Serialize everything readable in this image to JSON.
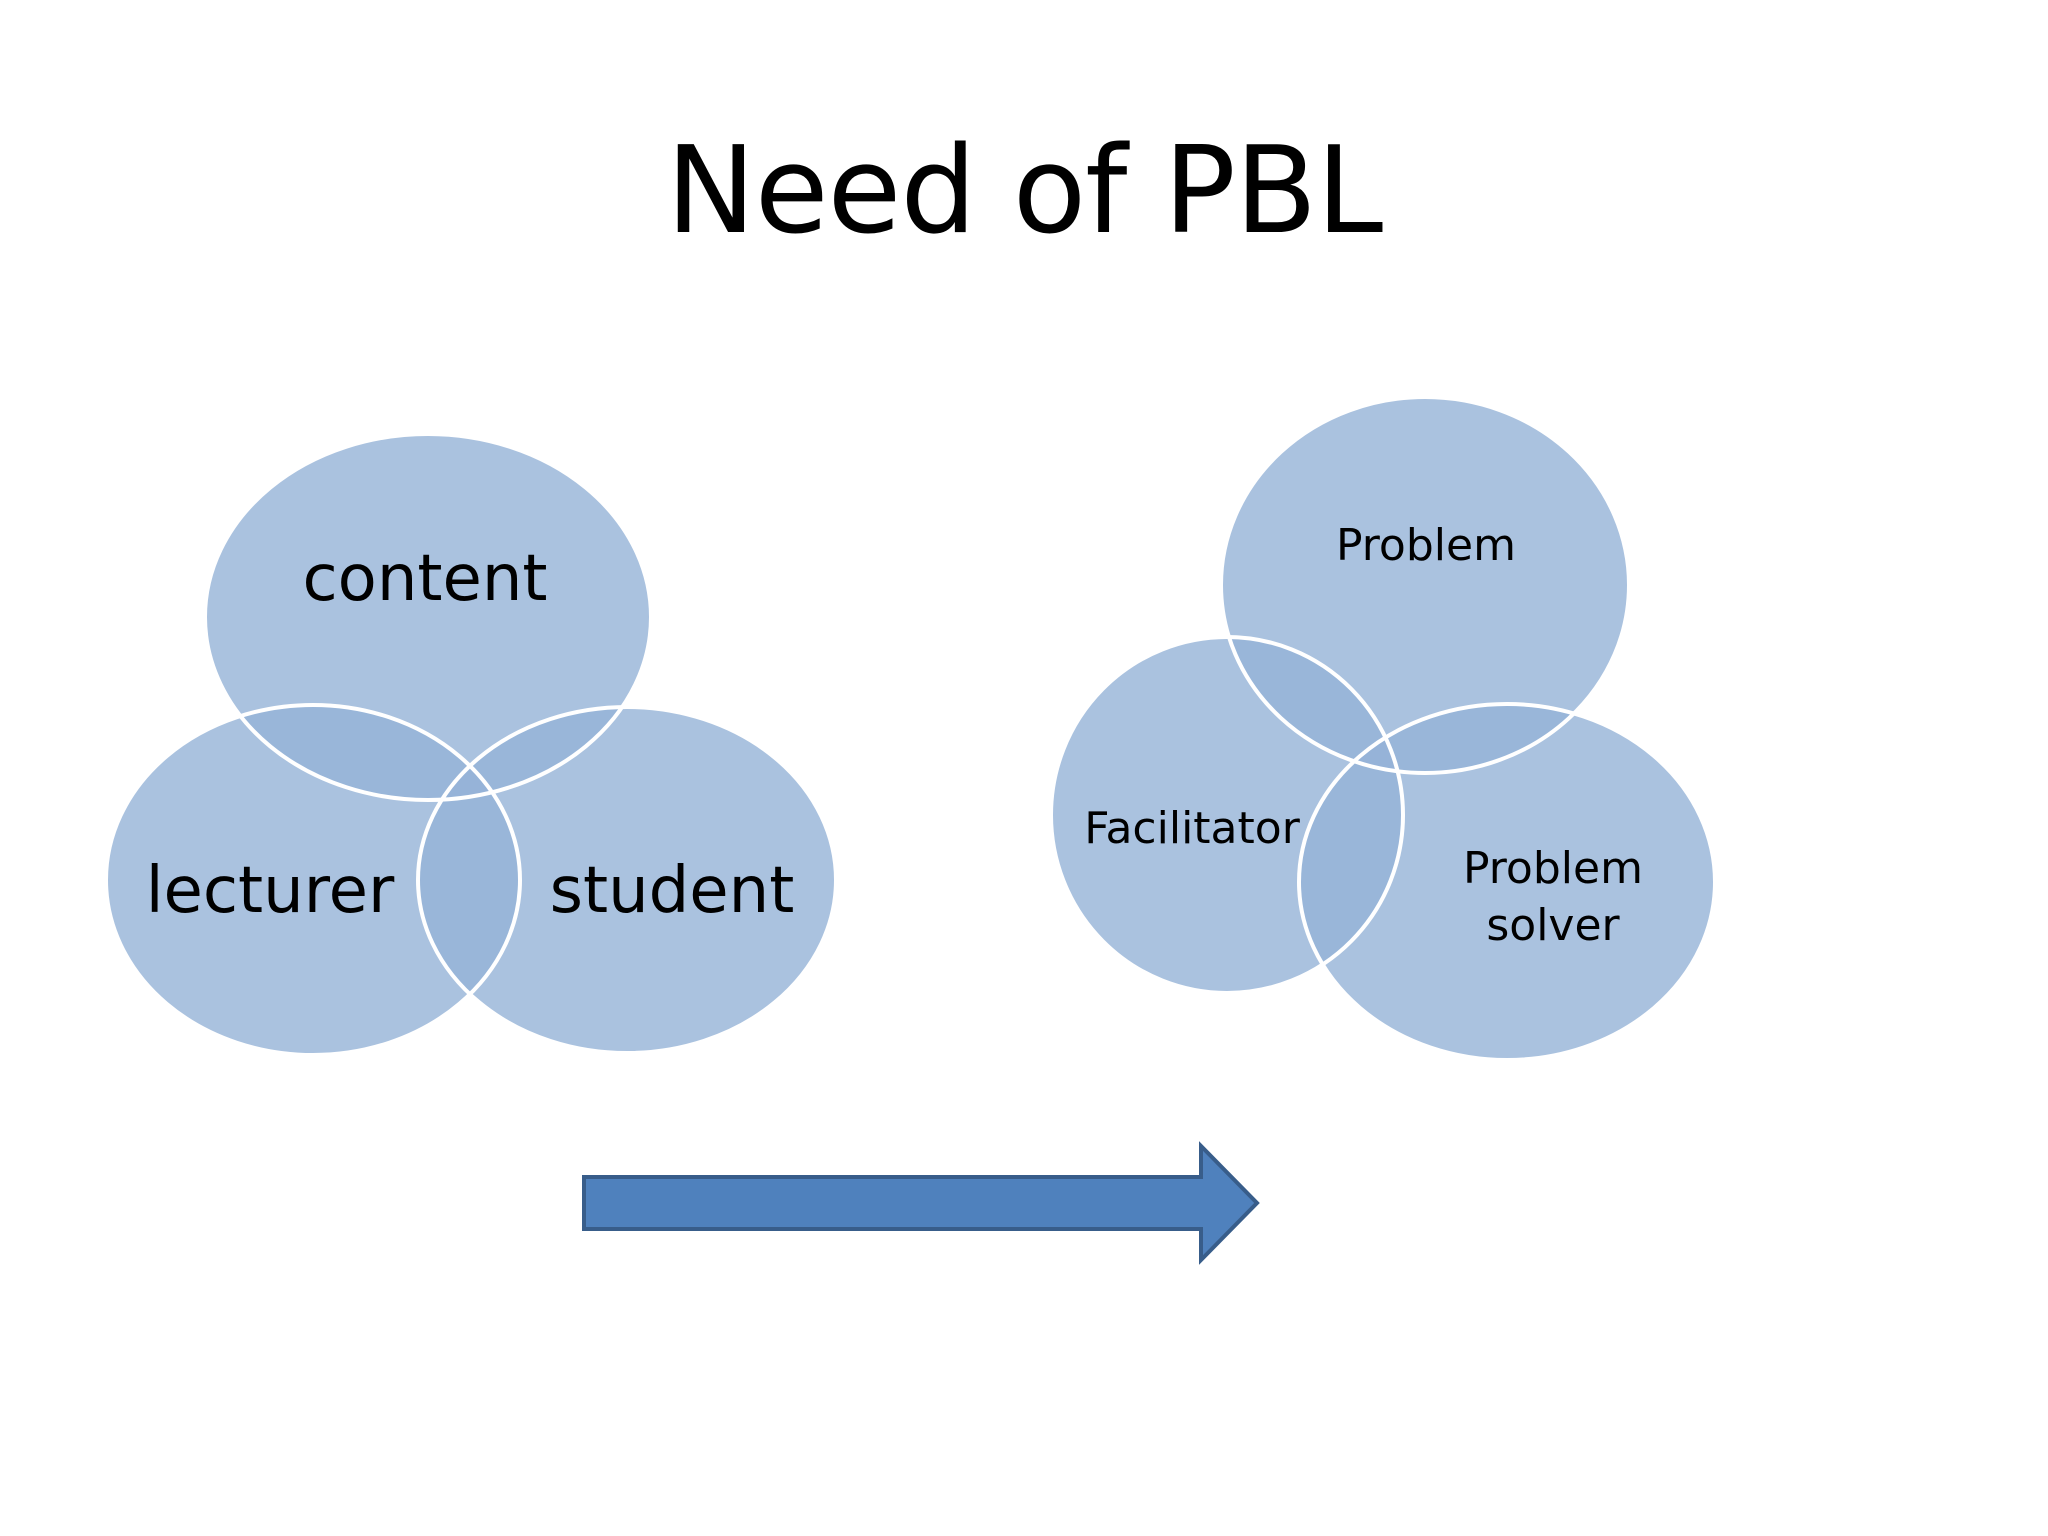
{
  "slide": {
    "title": "Need of PBL"
  },
  "left_venn": {
    "circles": [
      {
        "label": "content"
      },
      {
        "label": "lecturer"
      },
      {
        "label": "student"
      }
    ]
  },
  "right_venn": {
    "circles": [
      {
        "label": "Problem"
      },
      {
        "label": "Facilitator"
      },
      {
        "label_line1": "Problem",
        "label_line2": "solver"
      }
    ]
  },
  "arrow": {
    "icon": "right-arrow-icon",
    "fill_color": "#4f81bd",
    "stroke_color": "#385d8a"
  },
  "colors": {
    "circle_fill": "#95b3d7",
    "circle_outline": "#ffffff",
    "background": "#ffffff"
  }
}
